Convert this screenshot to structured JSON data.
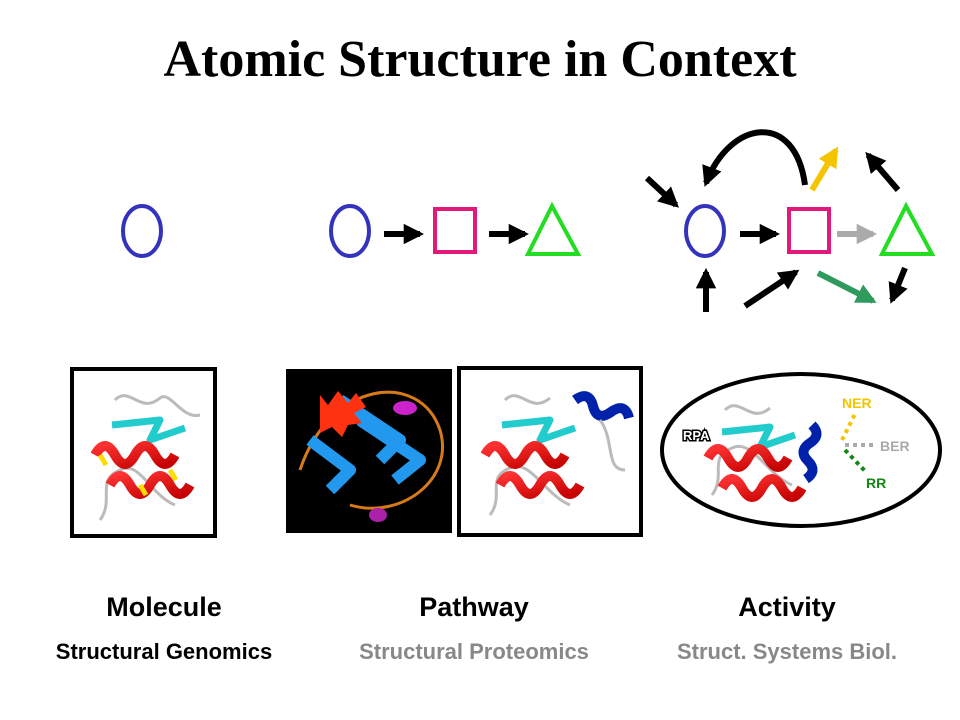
{
  "title": "Atomic Structure in Context",
  "columns": [
    {
      "label": "Molecule",
      "sublabel": "Structural Genomics"
    },
    {
      "label": "Pathway",
      "sublabel": "Structural Proteomics"
    },
    {
      "label": "Activity",
      "sublabel": "Struct. Systems Biol."
    }
  ],
  "activity_tags": {
    "rpa": "RPA",
    "ner": "NER",
    "ber": "BER",
    "rr": "RR"
  },
  "colors": {
    "circle": "#3333bb",
    "square": "#e0197a",
    "triangle": "#22dd22",
    "arrow": "#000000",
    "arrow_gray": "#aaaaaa",
    "arrow_yellow": "#f5c400",
    "arrow_green": "#2e9a5e",
    "ner": "#f5c400",
    "ber": "#aaaaaa",
    "rr": "#118811"
  }
}
